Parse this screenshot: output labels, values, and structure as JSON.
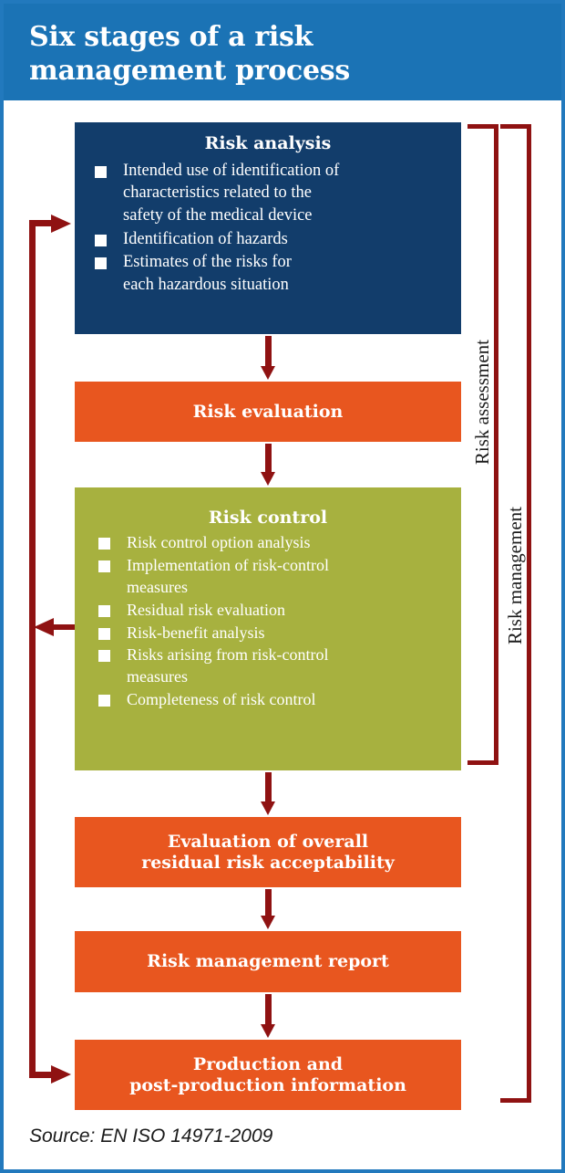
{
  "header": {
    "title": "Six stages of a risk\nmanagement process",
    "background_color": "#1b73b5",
    "text_color": "#ffffff"
  },
  "colors": {
    "header_blue": "#1b73b5",
    "border_blue": "#2279bd",
    "navy": "#123d6b",
    "orange": "#e8561f",
    "olive": "#a7b13f",
    "dark_red": "#8f1212",
    "white": "#ffffff",
    "text_black": "#1a1a1a"
  },
  "stages": [
    {
      "id": "risk-analysis",
      "title": "Risk analysis",
      "color": "#123d6b",
      "bullets": [
        "Intended use of identification of\ncharacteristics related to the\nsafety of the medical device",
        "Identification of hazards",
        "Estimates of the risks for\neach hazardous situation"
      ]
    },
    {
      "id": "risk-evaluation",
      "title": "Risk evaluation",
      "color": "#e8561f",
      "bullets": []
    },
    {
      "id": "risk-control",
      "title": "Risk control",
      "color": "#a7b13f",
      "bullets": [
        "Risk control option analysis",
        "Implementation of risk-control\nmeasures",
        "Residual risk evaluation",
        "Risk-benefit analysis",
        "Risks arising from risk-control\nmeasures",
        "Completeness of risk control"
      ]
    },
    {
      "id": "overall-residual-risk",
      "title": "Evaluation of overall\nresidual risk acceptability",
      "color": "#e8561f",
      "bullets": []
    },
    {
      "id": "risk-management-report",
      "title": "Risk management report",
      "color": "#e8561f",
      "bullets": []
    },
    {
      "id": "production-post-production",
      "title": "Production and\npost-production information",
      "color": "#e8561f",
      "bullets": []
    }
  ],
  "brackets": [
    {
      "id": "risk-assessment",
      "label": "Risk assessment",
      "spans": [
        "risk-analysis",
        "risk-evaluation",
        "risk-control"
      ]
    },
    {
      "id": "risk-management",
      "label": "Risk management",
      "spans": [
        "risk-analysis",
        "risk-evaluation",
        "risk-control",
        "overall-residual-risk",
        "risk-management-report",
        "production-post-production"
      ]
    }
  ],
  "flow_arrows": [
    {
      "id": "analysis-to-evaluation",
      "from": "risk-analysis",
      "to": "risk-evaluation",
      "direction": "down"
    },
    {
      "id": "evaluation-to-control",
      "from": "risk-evaluation",
      "to": "risk-control",
      "direction": "down"
    },
    {
      "id": "control-to-overall",
      "from": "risk-control",
      "to": "overall-residual-risk",
      "direction": "down"
    },
    {
      "id": "overall-to-report",
      "from": "overall-residual-risk",
      "to": "risk-management-report",
      "direction": "down"
    },
    {
      "id": "report-to-production",
      "from": "risk-management-report",
      "to": "production-post-production",
      "direction": "down"
    }
  ],
  "feedback_loop": {
    "id": "feedback-loop",
    "arrow_into_analysis": "right",
    "arrow_from_control": "left",
    "arrow_into_production": "right"
  },
  "footer": {
    "source": "Source: EN ISO 14971-2009"
  }
}
